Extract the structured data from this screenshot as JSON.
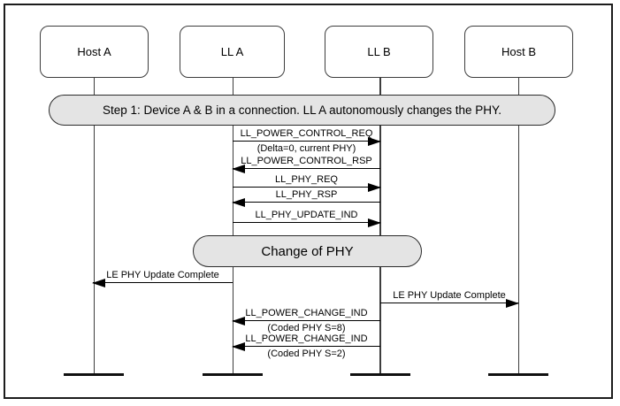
{
  "diagram": {
    "participants": [
      {
        "label": "Host A"
      },
      {
        "label": "LL A"
      },
      {
        "label": "LL B"
      },
      {
        "label": "Host B"
      }
    ],
    "banner": {
      "label": "Step 1: Device A & B in a connection. LL A autonomously changes the PHY."
    },
    "note": {
      "label": "Change of PHY"
    },
    "messages": [
      {
        "label": "LL_POWER_CONTROL_REQ",
        "sublabel": "(Delta=0, current PHY)",
        "from": "LL A",
        "to": "LL B",
        "direction": "right"
      },
      {
        "label": "LL_POWER_CONTROL_RSP",
        "from": "LL B",
        "to": "LL A",
        "direction": "left"
      },
      {
        "label": "LL_PHY_REQ",
        "from": "LL A",
        "to": "LL B",
        "direction": "right"
      },
      {
        "label": "LL_PHY_RSP",
        "from": "LL B",
        "to": "LL A",
        "direction": "left"
      },
      {
        "label": "LL_PHY_UPDATE_IND",
        "from": "LL A",
        "to": "LL B",
        "direction": "right"
      },
      {
        "label": "LE PHY Update Complete",
        "from": "LL A",
        "to": "Host A",
        "direction": "left"
      },
      {
        "label": "LE PHY Update Complete",
        "from": "LL B",
        "to": "Host B",
        "direction": "right"
      },
      {
        "label": "LL_POWER_CHANGE_IND",
        "sublabel": "(Coded PHY S=8)",
        "from": "LL B",
        "to": "LL A",
        "direction": "left"
      },
      {
        "label": "LL_POWER_CHANGE_IND",
        "sublabel": "(Coded PHY S=2)",
        "from": "LL B",
        "to": "LL A",
        "direction": "left"
      }
    ],
    "colors": {
      "pill_fill": "#e4e4e4",
      "line": "#000000",
      "background": "#ffffff"
    }
  }
}
